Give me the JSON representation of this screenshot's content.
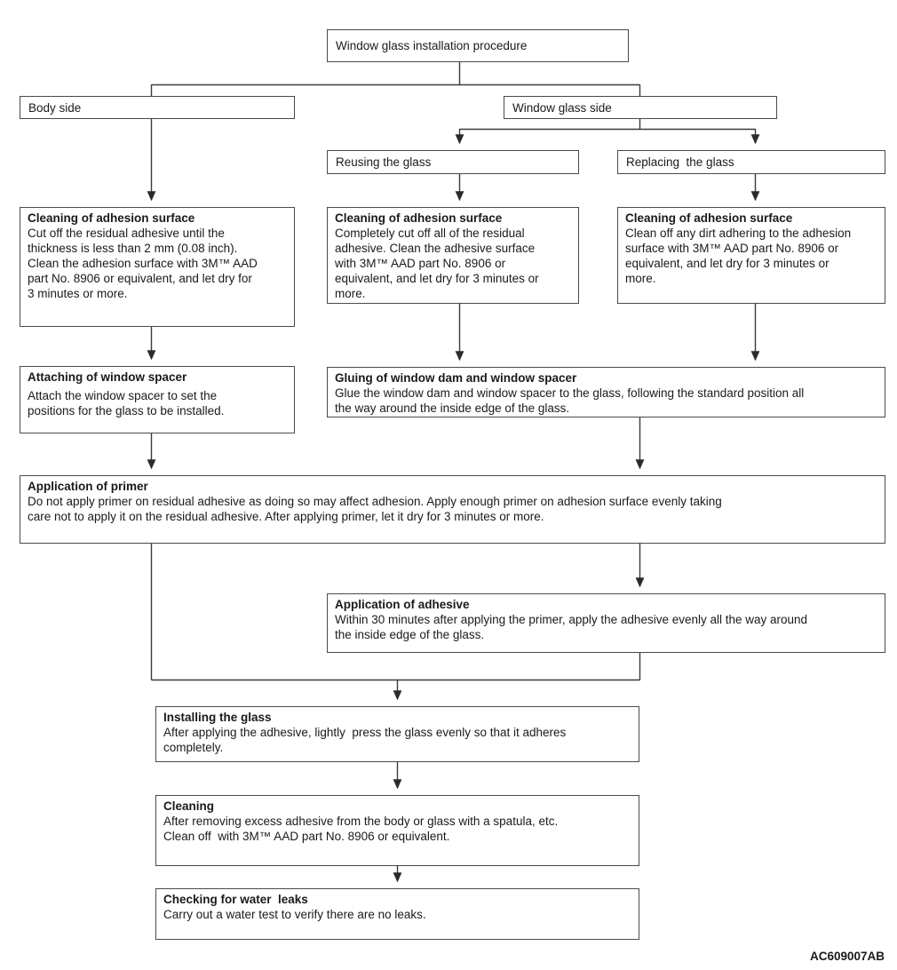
{
  "diagram": {
    "code": "AC609007AB",
    "colors": {
      "line": "#3a3a3a",
      "border": "#4a4a4a",
      "text": "#1a1a1a",
      "background": "#ffffff"
    },
    "nodes": {
      "top": {
        "label": "Window glass installation procedure"
      },
      "body_side": {
        "label": "Body side"
      },
      "window_glass_side": {
        "label": "Window glass side"
      },
      "reusing": {
        "label": "Reusing the glass"
      },
      "replacing": {
        "label": "Replacing  the glass"
      },
      "clean_body": {
        "title": "Cleaning of adhesion surface",
        "body": "Cut off the residual adhesive until the\nthickness is less than 2 mm (0.08 inch).\nClean the adhesion surface with 3M™ AAD\npart No. 8906 or equivalent, and let dry for\n3 minutes or more."
      },
      "clean_reuse": {
        "title": "Cleaning of adhesion surface",
        "body": "Completely cut off all of the residual\nadhesive. Clean the adhesive surface\nwith 3M™ AAD part No. 8906 or\nequivalent, and let dry for 3 minutes or\nmore."
      },
      "clean_replace": {
        "title": "Cleaning of adhesion surface",
        "body": "Clean off any dirt adhering to the adhesion\nsurface with 3M™ AAD part No. 8906 or\nequivalent, and let dry for 3 minutes or\nmore."
      },
      "attach_spacer": {
        "title": "Attaching of window spacer",
        "body": "Attach the window spacer to set the\npositions for the glass to be installed."
      },
      "gluing": {
        "title": "Gluing of window dam and window spacer",
        "body": "Glue the window dam and window spacer to the glass, following the standard position all\nthe way around the inside edge of the glass."
      },
      "primer": {
        "title": "Application of primer",
        "body": "Do not apply primer on residual adhesive as doing so may affect adhesion. Apply enough primer on adhesion surface evenly taking\ncare not to apply it on the residual adhesive. After applying primer, let it dry for 3 minutes or more."
      },
      "adhesive": {
        "title": "Application of adhesive",
        "body": "Within 30 minutes after applying the primer, apply the adhesive evenly all the way around\nthe inside edge of the glass."
      },
      "installing": {
        "title": "Installing the glass",
        "body": "After applying the adhesive, lightly  press the glass evenly so that it adheres\ncompletely."
      },
      "cleaning": {
        "title": "Cleaning",
        "body": "After removing excess adhesive from the body or glass with a spatula, etc.\nClean off  with 3M™ AAD part No. 8906 or equivalent."
      },
      "water_leaks": {
        "title": "Checking for water  leaks",
        "body": "Carry out a water test to verify there are no leaks."
      }
    }
  }
}
